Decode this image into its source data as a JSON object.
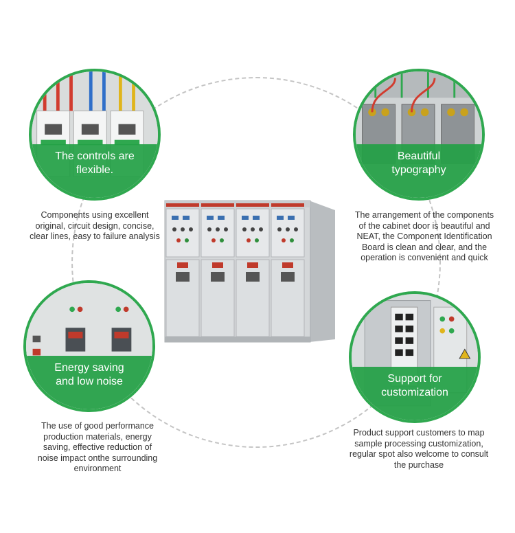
{
  "colors": {
    "accent_green": "#2fa84f",
    "ring_dash": "#c4c4c4",
    "caption_text": "#333333"
  },
  "features": [
    {
      "title_lines": [
        "The controls are",
        "flexible."
      ],
      "caption_lines": [
        "Components using excellent",
        "original, circuit design, concise,",
        "clear lines, easy to failure analysis"
      ]
    },
    {
      "title_lines": [
        "Beautiful",
        "typography"
      ],
      "caption_lines": [
        "The arrangement of the components",
        "of the cabinet door is beautiful and",
        "NEAT, the Component Identification",
        "Board is clean and clear, and the",
        "operation is convenient and  quick"
      ]
    },
    {
      "title_lines": [
        "Energy saving",
        "and low noise"
      ],
      "caption_lines": [
        "The use of good performance",
        "production materials, energy",
        "saving, effective reduction of",
        "noise impact onthe surrounding",
        "environment"
      ]
    },
    {
      "title_lines": [
        "Support for",
        "customization"
      ],
      "caption_lines": [
        "Product support customers to map",
        "sample processing customization,",
        "regular spot also welcome to consult",
        "the purchase"
      ]
    }
  ]
}
